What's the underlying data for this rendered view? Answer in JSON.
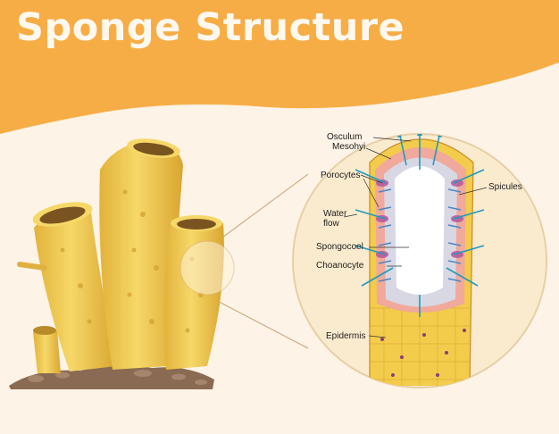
{
  "title": "Sponge Structure",
  "labels": {
    "osculum": "Osculum",
    "mesohyl": "Mesohyi",
    "porocytes": "Porocytes",
    "spicules": "Spicules",
    "water_flow_1": "Water",
    "water_flow_2": "flow",
    "spongocoel": "Spongocoel",
    "choanocyte": "Choanocyte",
    "epidermis": "Epidermis"
  },
  "colors": {
    "background": "#fdf3e6",
    "header": "#f7ad45",
    "sponge": "#f0cc55",
    "spongocoel": "#ffffff",
    "water_arrow": "#1e9bbf"
  }
}
